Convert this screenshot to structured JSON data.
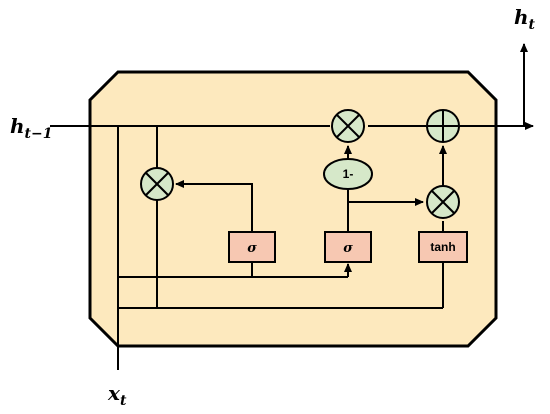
{
  "diagram": {
    "labels": {
      "h_t": "h",
      "h_t_sub": "t",
      "h_prev": "h",
      "h_prev_sub": "t−1",
      "x_t": "x",
      "x_t_sub": "t"
    },
    "ops": {
      "sigma_1": "σ",
      "sigma_2": "σ",
      "tanh": "tanh",
      "one_minus": "1-"
    },
    "colors": {
      "cell_fill": "#fde9be",
      "op_fill": "#d6e8c9",
      "box_fill": "#f7c8b2",
      "stroke": "#000000"
    }
  }
}
